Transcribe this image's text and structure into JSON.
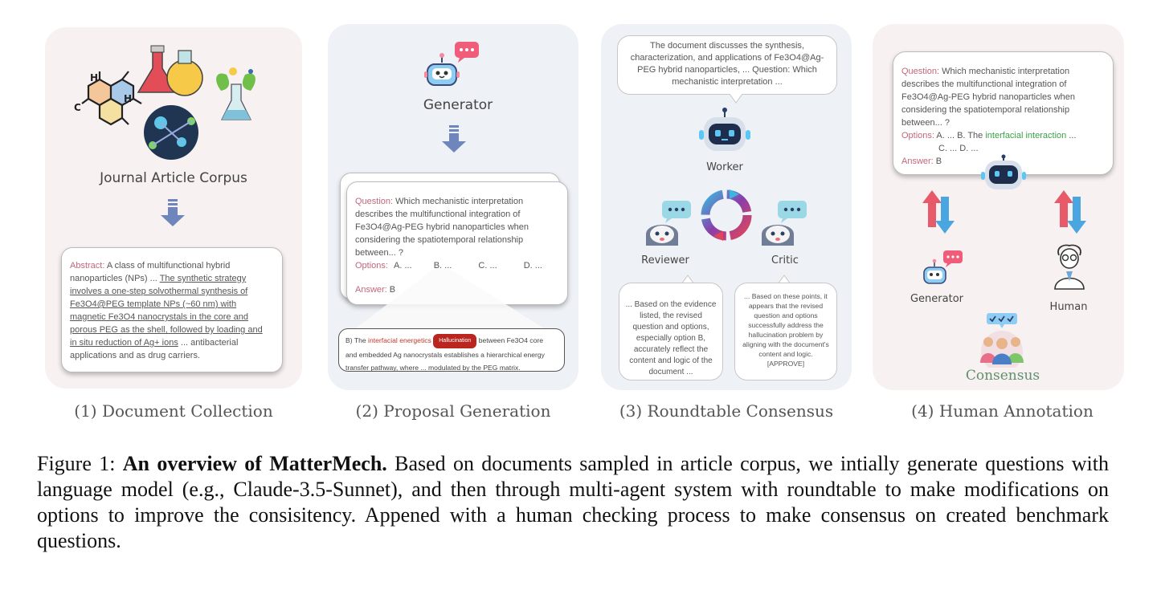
{
  "panel1": {
    "corpus_label": "Journal Article Corpus",
    "molecule_letters": [
      "H",
      "C",
      "H"
    ],
    "abstract_key": "Abstract:",
    "abstract_lines": [
      {
        "text": " A class of multifunctional hybrid",
        "u": false
      },
      {
        "text": "nanoparticles (NPs) ... ",
        "u": false,
        "tail": "The synthetic strategy"
      },
      {
        "text": "involves a one-step solvothermal synthesis of",
        "u": true
      },
      {
        "text": "Fe3O4@PEG template NPs (~60 nm) with",
        "u": true
      },
      {
        "text": "magnetic Fe3O4 nanocrystals in the core and",
        "u": true
      },
      {
        "text": "porous PEG as the shell, followed by loading and",
        "u": true
      },
      {
        "text": "in situ reduction of Ag+ ions",
        "u": true,
        "tail2": " ... antibacterial"
      },
      {
        "text": "applications and as drug carriers.",
        "u": false
      }
    ]
  },
  "panel2": {
    "generator_label": "Generator",
    "question_key": "Question:",
    "question_lines": [
      " Which mechanistic interpretation",
      "describes the multifunctional integration of",
      "Fe3O4@Ag-PEG hybrid nanoparticles when",
      "considering the spatiotemporal relationship",
      "between... ?"
    ],
    "options_key": "Options:",
    "options": [
      "A. ...",
      "B. ...",
      "C. ...",
      "D. ..."
    ],
    "answer_key": "Answer:",
    "answer": " B",
    "detail_prefix": "B) The ",
    "detail_highlight": "interfacial energetics",
    "detail_badge": "Hallucination",
    "detail_rest1": " between Fe3O4 core",
    "detail_line2": "and embedded Ag nanocrystals establishes a hierarchical energy",
    "detail_line3": "transfer pathway, where ... modulated by the PEG matrix."
  },
  "panel3": {
    "top_bubble": "The document discusses the synthesis, characterization, and applications of Fe3O4@Ag-PEG hybrid nanoparticles, ... Question: Which mechanistic interpretation ...",
    "worker_label": "Worker",
    "reviewer_label": "Reviewer",
    "critic_label": "Critic",
    "reviewer_bubble": "... Based on the evidence listed, the revised question and options, especially option B, accurately reflect the content and logic of the document ...",
    "critic_bubble": "... Based on these points, it appears that the revised question and options successfully address the hallucination problem by aligning with the document's content and logic. [APPROVE]"
  },
  "panel4": {
    "question_key": "Question:",
    "question_lines": [
      " Which mechanistic interpretation",
      "describes the multifunctional integration of",
      "Fe3O4@Ag-PEG hybrid nanoparticles when",
      "considering the spatiotemporal relationship",
      "between... ?"
    ],
    "options_key": "Options:",
    "options_line1_a": " A. ...  B. The ",
    "options_line1_green": "interfacial interaction",
    "options_line1_b": " ...",
    "options_line2": "C. ...  D. ...",
    "answer_key": "Answer:",
    "answer": " B",
    "generator_label": "Generator",
    "human_label": "Human",
    "consensus_label": "Consensus"
  },
  "steps": [
    "(1) Document Collection",
    "(2) Proposal Generation",
    "(3) Roundtable Consensus",
    "(4) Human Annotation"
  ],
  "caption": {
    "prefix": "Figure 1: ",
    "bold": "An overview of MatterMech.",
    "text": " Based on documents sampled in article corpus, we intially generate questions with language model (e.g., Claude-3.5-Sunnet), and then through multi-agent system with roundtable to make modifications on options to improve the consisitency. Appened with a human checking process to make consensus on created benchmark questions."
  }
}
